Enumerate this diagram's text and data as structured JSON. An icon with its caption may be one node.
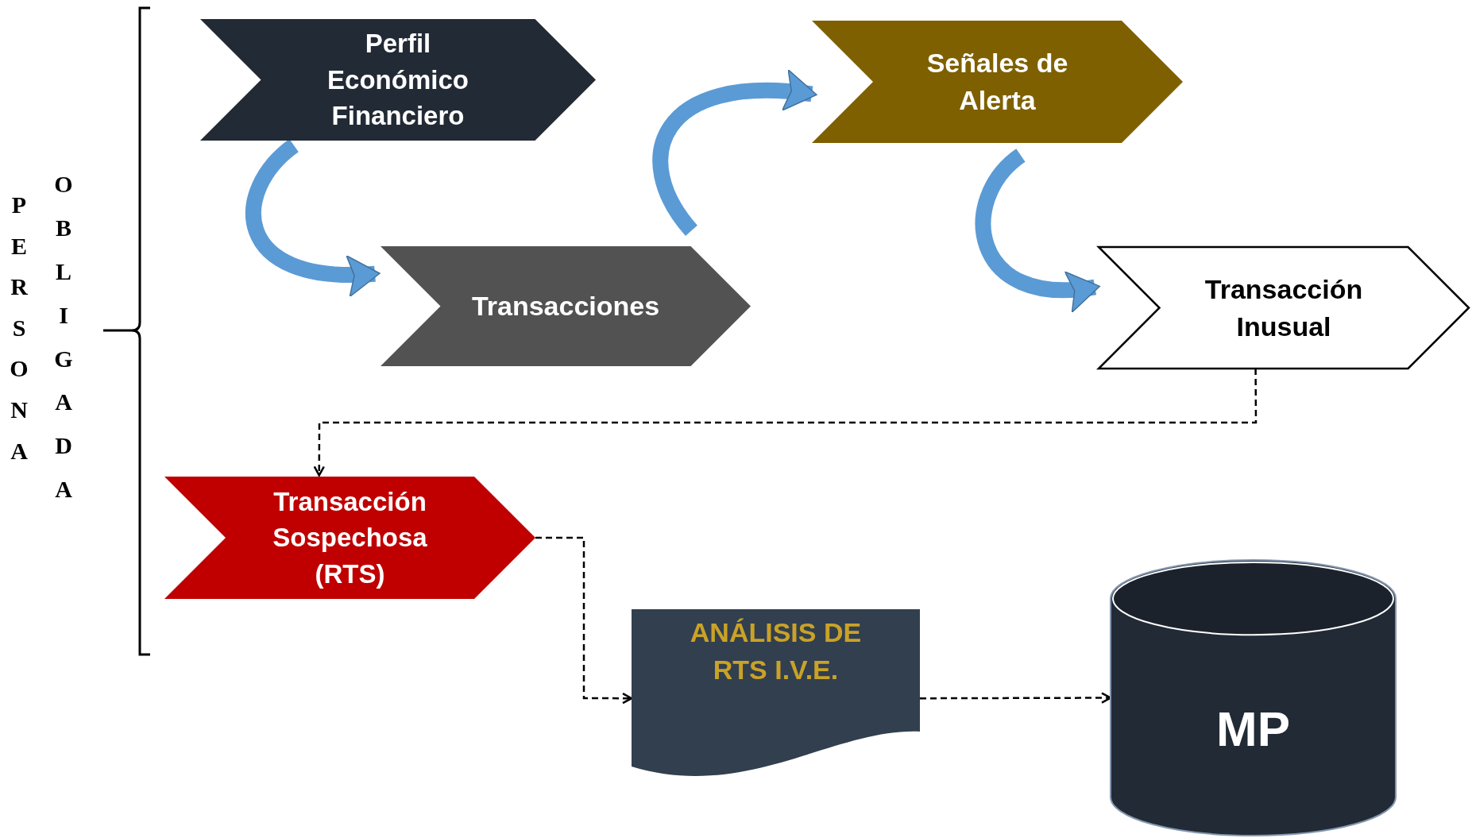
{
  "diagram": {
    "nodes": [
      {
        "text": [
          "Perfil Económico Financiero"
        ]
      },
      {
        "text": [
          "Transacciones"
        ]
      },
      {
        "text": [
          "Señales de Alerta"
        ]
      },
      {
        "text": [
          "Transacción Inusual"
        ]
      },
      {
        "text": [
          "Transacción Sospechosa (RTS)"
        ]
      },
      {
        "text": [
          "ANÁLISIS DE RTS I.V.E."
        ]
      },
      {
        "text": [
          "MP"
        ]
      }
    ],
    "edges": [
      {
        "from": 0,
        "to": 1,
        "arrow": "to",
        "style": "thick",
        "color": "#5b9bd5"
      },
      {
        "from": 1,
        "to": 2,
        "arrow": "to",
        "style": "thick",
        "color": "#5b9bd5"
      },
      {
        "from": 2,
        "to": 3,
        "arrow": "to",
        "style": "thick",
        "color": "#5b9bd5"
      },
      {
        "from": 3,
        "to": 4,
        "arrow": "to",
        "style": "dashed",
        "color": "#000000"
      },
      {
        "from": 4,
        "to": 5,
        "arrow": "to",
        "style": "dashed",
        "color": "#000000"
      },
      {
        "from": 5,
        "to": 6,
        "arrow": "to",
        "style": "dashed",
        "color": "#000000"
      }
    ],
    "labels": [
      "PERSONA",
      "OBLIGADA"
    ]
  }
}
